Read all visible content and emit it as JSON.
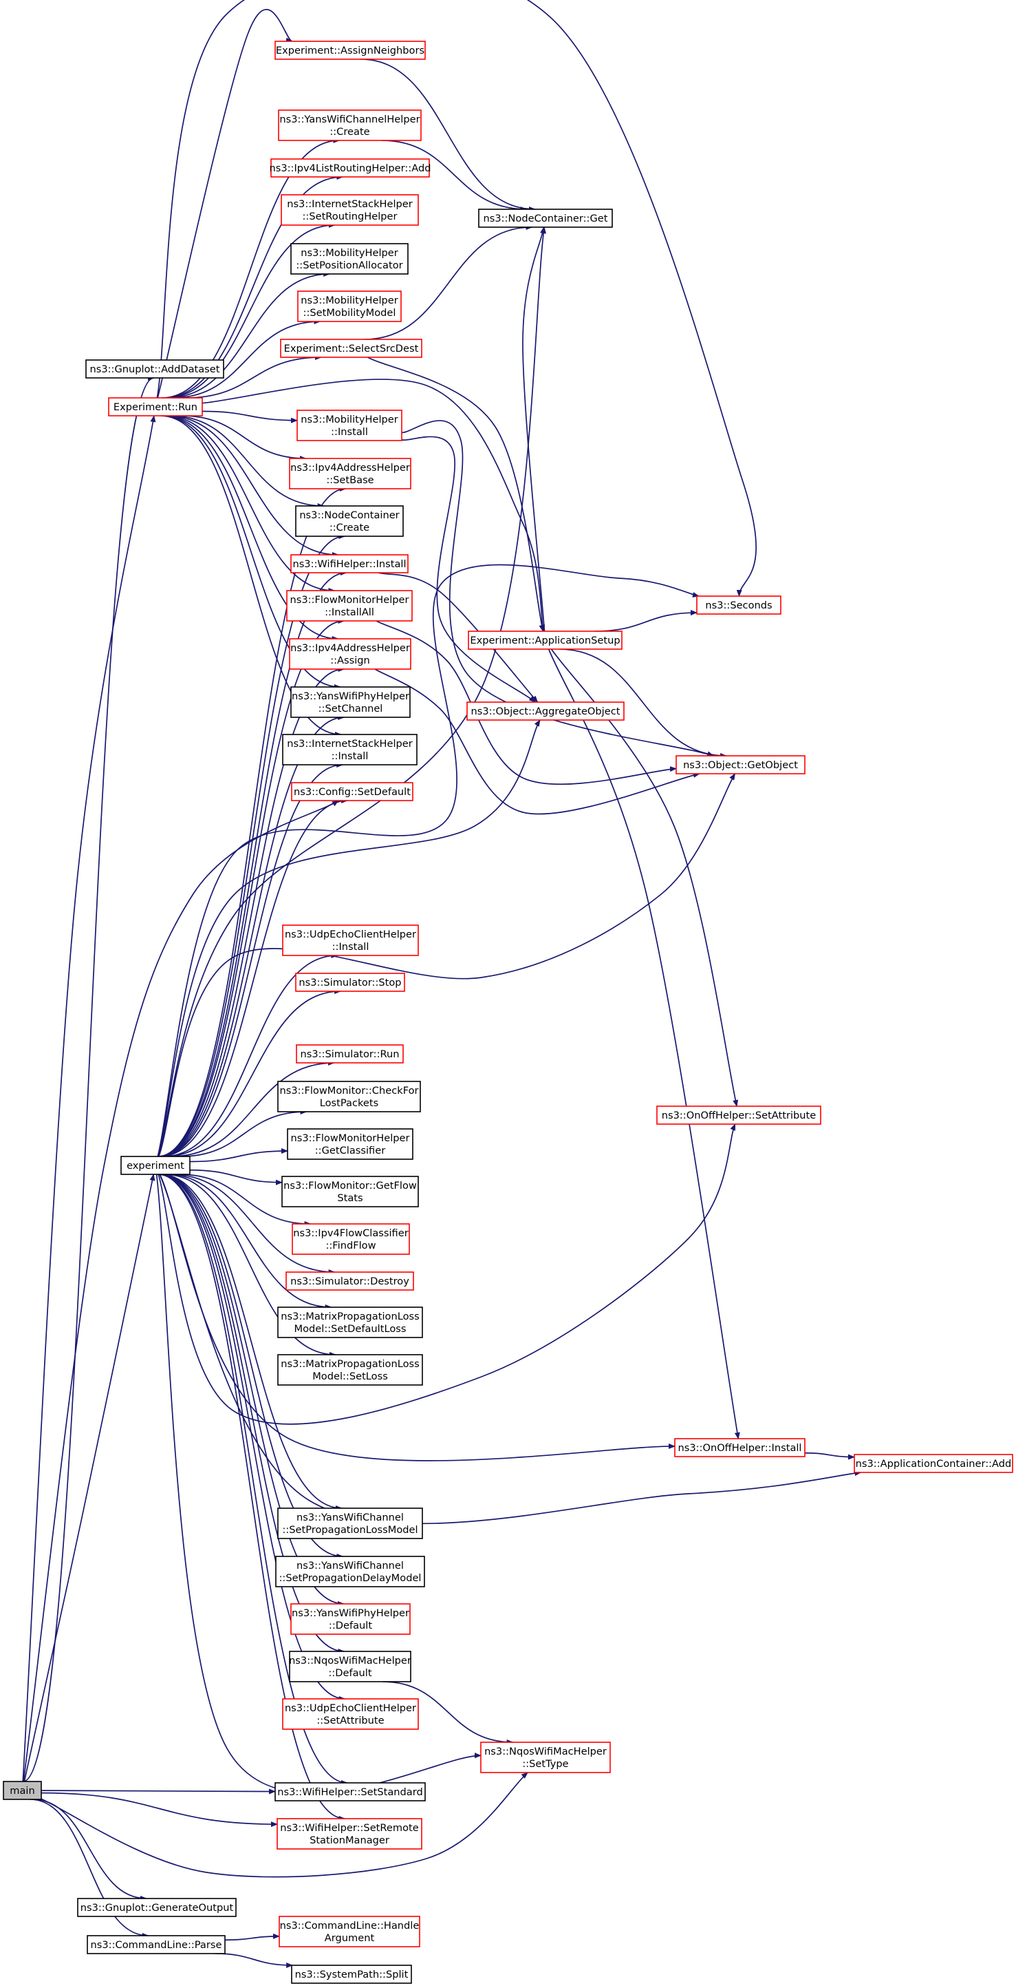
{
  "colors": {
    "edge": "#191970",
    "link_border": "#ff0000",
    "plain_border": "#000000",
    "root_fill": "#bfbfbf",
    "node_fill": "#ffffff"
  },
  "nodes": [
    {
      "id": "main",
      "label": [
        "main"
      ],
      "style": "root"
    },
    {
      "id": "gnuplot_adddataset",
      "label": [
        "ns3::Gnuplot::AddDataset"
      ],
      "style": "plain"
    },
    {
      "id": "experiment_run",
      "label": [
        "Experiment::Run"
      ],
      "style": "link"
    },
    {
      "id": "experiment",
      "label": [
        "experiment"
      ],
      "style": "plain"
    },
    {
      "id": "gnuplot_generateoutput",
      "label": [
        "ns3::Gnuplot::GenerateOutput"
      ],
      "style": "plain"
    },
    {
      "id": "commandline_parse",
      "label": [
        "ns3::CommandLine::Parse"
      ],
      "style": "plain"
    },
    {
      "id": "assign_neighbors",
      "label": [
        "Experiment::AssignNeighbors"
      ],
      "style": "link"
    },
    {
      "id": "yanschannel_create",
      "label": [
        "ns3::YansWifiChannelHelper",
        "::Create"
      ],
      "style": "link"
    },
    {
      "id": "ipv4listrouting_add",
      "label": [
        "ns3::Ipv4ListRoutingHelper::Add"
      ],
      "style": "link"
    },
    {
      "id": "internetstack_setrouting",
      "label": [
        "ns3::InternetStackHelper",
        "::SetRoutingHelper"
      ],
      "style": "link"
    },
    {
      "id": "mobility_setposalloc",
      "label": [
        "ns3::MobilityHelper",
        "::SetPositionAllocator"
      ],
      "style": "plain"
    },
    {
      "id": "mobility_setmodel",
      "label": [
        "ns3::MobilityHelper",
        "::SetMobilityModel"
      ],
      "style": "link"
    },
    {
      "id": "select_src_dest",
      "label": [
        "Experiment::SelectSrcDest"
      ],
      "style": "link"
    },
    {
      "id": "mobility_install",
      "label": [
        "ns3::MobilityHelper",
        "::Install"
      ],
      "style": "link"
    },
    {
      "id": "ipv4addr_setbase",
      "label": [
        "ns3::Ipv4AddressHelper",
        "::SetBase"
      ],
      "style": "link"
    },
    {
      "id": "nodecontainer_create",
      "label": [
        "ns3::NodeContainer",
        "::Create"
      ],
      "style": "plain"
    },
    {
      "id": "wifihelper_install",
      "label": [
        "ns3::WifiHelper::Install"
      ],
      "style": "link"
    },
    {
      "id": "flowmonhelper_installall",
      "label": [
        "ns3::FlowMonitorHelper",
        "::InstallAll"
      ],
      "style": "link"
    },
    {
      "id": "ipv4addr_assign",
      "label": [
        "ns3::Ipv4AddressHelper",
        "::Assign"
      ],
      "style": "link"
    },
    {
      "id": "yansphy_setchannel",
      "label": [
        "ns3::YansWifiPhyHelper",
        "::SetChannel"
      ],
      "style": "plain"
    },
    {
      "id": "internetstack_install",
      "label": [
        "ns3::InternetStackHelper",
        "::Install"
      ],
      "style": "plain"
    },
    {
      "id": "config_setdefault",
      "label": [
        "ns3::Config::SetDefault"
      ],
      "style": "link"
    },
    {
      "id": "nodecontainer_get",
      "label": [
        "ns3::NodeContainer::Get"
      ],
      "style": "plain"
    },
    {
      "id": "application_setup",
      "label": [
        "Experiment::ApplicationSetup"
      ],
      "style": "link"
    },
    {
      "id": "seconds",
      "label": [
        "ns3::Seconds"
      ],
      "style": "link"
    },
    {
      "id": "aggregate_object",
      "label": [
        "ns3::Object::AggregateObject"
      ],
      "style": "link"
    },
    {
      "id": "get_object",
      "label": [
        "ns3::Object::GetObject"
      ],
      "style": "link"
    },
    {
      "id": "udpechoclient_install",
      "label": [
        "ns3::UdpEchoClientHelper",
        "::Install"
      ],
      "style": "link"
    },
    {
      "id": "simulator_stop",
      "label": [
        "ns3::Simulator::Stop"
      ],
      "style": "link"
    },
    {
      "id": "simulator_run",
      "label": [
        "ns3::Simulator::Run"
      ],
      "style": "link"
    },
    {
      "id": "flowmon_checklost",
      "label": [
        "ns3::FlowMonitor::CheckFor",
        "LostPackets"
      ],
      "style": "plain"
    },
    {
      "id": "flowmonhelper_getclassifier",
      "label": [
        "ns3::FlowMonitorHelper",
        "::GetClassifier"
      ],
      "style": "plain"
    },
    {
      "id": "flowmon_getflowstats",
      "label": [
        "ns3::FlowMonitor::GetFlow",
        "Stats"
      ],
      "style": "plain"
    },
    {
      "id": "ipv4flowclassifier_findflow",
      "label": [
        "ns3::Ipv4FlowClassifier",
        "::FindFlow"
      ],
      "style": "link"
    },
    {
      "id": "simulator_destroy",
      "label": [
        "ns3::Simulator::Destroy"
      ],
      "style": "link"
    },
    {
      "id": "matrixloss_setdefault",
      "label": [
        "ns3::MatrixPropagationLoss",
        "Model::SetDefaultLoss"
      ],
      "style": "plain"
    },
    {
      "id": "matrixloss_setloss",
      "label": [
        "ns3::MatrixPropagationLoss",
        "Model::SetLoss"
      ],
      "style": "plain"
    },
    {
      "id": "onoff_setattribute",
      "label": [
        "ns3::OnOffHelper::SetAttribute"
      ],
      "style": "link"
    },
    {
      "id": "onoff_install",
      "label": [
        "ns3::OnOffHelper::Install"
      ],
      "style": "link"
    },
    {
      "id": "appcontainer_add",
      "label": [
        "ns3::ApplicationContainer::Add"
      ],
      "style": "link"
    },
    {
      "id": "yanschannel_setloss",
      "label": [
        "ns3::YansWifiChannel",
        "::SetPropagationLossModel"
      ],
      "style": "plain"
    },
    {
      "id": "yanschannel_setdelay",
      "label": [
        "ns3::YansWifiChannel",
        "::SetPropagationDelayModel"
      ],
      "style": "plain"
    },
    {
      "id": "yansphy_default",
      "label": [
        "ns3::YansWifiPhyHelper",
        "::Default"
      ],
      "style": "link"
    },
    {
      "id": "nqosmac_default",
      "label": [
        "ns3::NqosWifiMacHelper",
        "::Default"
      ],
      "style": "plain"
    },
    {
      "id": "udpechoclient_setattr",
      "label": [
        "ns3::UdpEchoClientHelper",
        "::SetAttribute"
      ],
      "style": "link"
    },
    {
      "id": "nqosmac_settype",
      "label": [
        "ns3::NqosWifiMacHelper",
        "::SetType"
      ],
      "style": "link"
    },
    {
      "id": "wifihelper_setstandard",
      "label": [
        "ns3::WifiHelper::SetStandard"
      ],
      "style": "plain"
    },
    {
      "id": "wifihelper_setremote",
      "label": [
        "ns3::WifiHelper::SetRemote",
        "StationManager"
      ],
      "style": "link"
    },
    {
      "id": "commandline_handlearg",
      "label": [
        "ns3::CommandLine::Handle",
        "Argument"
      ],
      "style": "link"
    },
    {
      "id": "systempath_split",
      "label": [
        "ns3::SystemPath::Split"
      ],
      "style": "plain"
    }
  ],
  "edges": [
    [
      "main",
      "gnuplot_adddataset"
    ],
    [
      "main",
      "experiment_run"
    ],
    [
      "main",
      "experiment"
    ],
    [
      "main",
      "gnuplot_generateoutput"
    ],
    [
      "main",
      "commandline_parse"
    ],
    [
      "main",
      "nqosmac_settype"
    ],
    [
      "main",
      "wifihelper_setstandard"
    ],
    [
      "main",
      "wifihelper_setremote"
    ],
    [
      "main",
      "config_setdefault"
    ],
    [
      "experiment_run",
      "assign_neighbors"
    ],
    [
      "experiment_run",
      "yanschannel_create"
    ],
    [
      "experiment_run",
      "ipv4listrouting_add"
    ],
    [
      "experiment_run",
      "internetstack_setrouting"
    ],
    [
      "experiment_run",
      "mobility_setposalloc"
    ],
    [
      "experiment_run",
      "mobility_setmodel"
    ],
    [
      "experiment_run",
      "select_src_dest"
    ],
    [
      "experiment_run",
      "mobility_install"
    ],
    [
      "experiment_run",
      "ipv4addr_setbase"
    ],
    [
      "experiment_run",
      "nodecontainer_create"
    ],
    [
      "experiment_run",
      "wifihelper_install"
    ],
    [
      "experiment_run",
      "flowmonhelper_installall"
    ],
    [
      "experiment_run",
      "ipv4addr_assign"
    ],
    [
      "experiment_run",
      "yansphy_setchannel"
    ],
    [
      "experiment_run",
      "internetstack_install"
    ],
    [
      "experiment_run",
      "application_setup"
    ],
    [
      "experiment_run",
      "seconds"
    ],
    [
      "assign_neighbors",
      "nodecontainer_get"
    ],
    [
      "select_src_dest",
      "nodecontainer_get"
    ],
    [
      "select_src_dest",
      "application_setup"
    ],
    [
      "yanschannel_create",
      "nodecontainer_get"
    ],
    [
      "mobility_install",
      "aggregate_object"
    ],
    [
      "mobility_install",
      "get_object"
    ],
    [
      "wifihelper_install",
      "aggregate_object"
    ],
    [
      "flowmonhelper_installall",
      "get_object"
    ],
    [
      "ipv4addr_assign",
      "get_object"
    ],
    [
      "application_setup",
      "seconds"
    ],
    [
      "application_setup",
      "get_object"
    ],
    [
      "application_setup",
      "onoff_setattribute"
    ],
    [
      "application_setup",
      "onoff_install"
    ],
    [
      "application_setup",
      "nodecontainer_get"
    ],
    [
      "onoff_install",
      "appcontainer_add"
    ],
    [
      "experiment",
      "ipv4addr_setbase"
    ],
    [
      "experiment",
      "nodecontainer_create"
    ],
    [
      "experiment",
      "wifihelper_install"
    ],
    [
      "experiment",
      "flowmonhelper_installall"
    ],
    [
      "experiment",
      "ipv4addr_assign"
    ],
    [
      "experiment",
      "yansphy_setchannel"
    ],
    [
      "experiment",
      "internetstack_install"
    ],
    [
      "experiment",
      "config_setdefault"
    ],
    [
      "experiment",
      "nodecontainer_get"
    ],
    [
      "experiment",
      "seconds"
    ],
    [
      "experiment",
      "aggregate_object"
    ],
    [
      "experiment",
      "get_object"
    ],
    [
      "experiment",
      "udpechoclient_install"
    ],
    [
      "experiment",
      "simulator_stop"
    ],
    [
      "experiment",
      "simulator_run"
    ],
    [
      "experiment",
      "flowmon_checklost"
    ],
    [
      "experiment",
      "flowmonhelper_getclassifier"
    ],
    [
      "experiment",
      "flowmon_getflowstats"
    ],
    [
      "experiment",
      "ipv4flowclassifier_findflow"
    ],
    [
      "experiment",
      "simulator_destroy"
    ],
    [
      "experiment",
      "matrixloss_setdefault"
    ],
    [
      "experiment",
      "matrixloss_setloss"
    ],
    [
      "experiment",
      "onoff_setattribute"
    ],
    [
      "experiment",
      "onoff_install"
    ],
    [
      "experiment",
      "appcontainer_add"
    ],
    [
      "experiment",
      "yanschannel_setloss"
    ],
    [
      "experiment",
      "yanschannel_setdelay"
    ],
    [
      "experiment",
      "yansphy_default"
    ],
    [
      "experiment",
      "nqosmac_default"
    ],
    [
      "experiment",
      "udpechoclient_setattr"
    ],
    [
      "experiment",
      "nqosmac_settype"
    ],
    [
      "experiment",
      "wifihelper_setstandard"
    ],
    [
      "experiment",
      "wifihelper_setremote"
    ],
    [
      "nqosmac_default",
      "nqosmac_settype"
    ],
    [
      "commandline_parse",
      "commandline_handlearg"
    ],
    [
      "commandline_parse",
      "systempath_split"
    ]
  ]
}
